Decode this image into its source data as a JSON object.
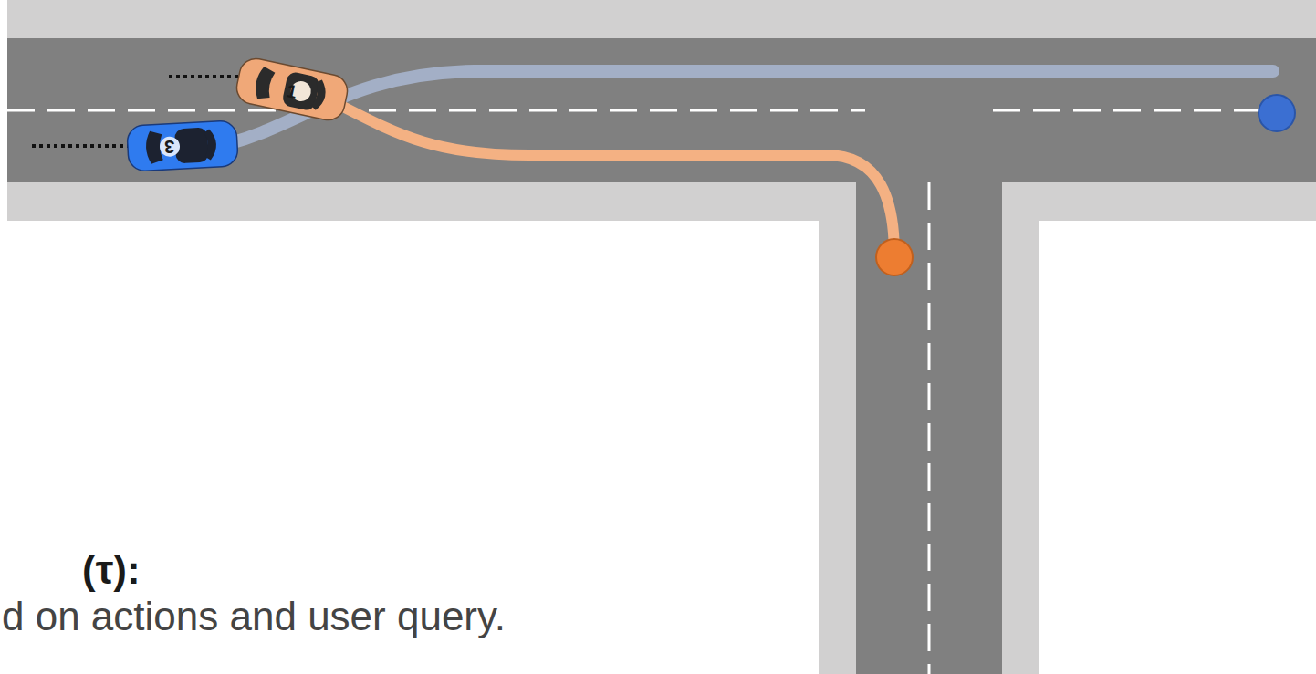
{
  "diagram": {
    "labels": [
      "1",
      "3",
      "(τ):",
      "d on actions and user query."
    ]
  }
}
